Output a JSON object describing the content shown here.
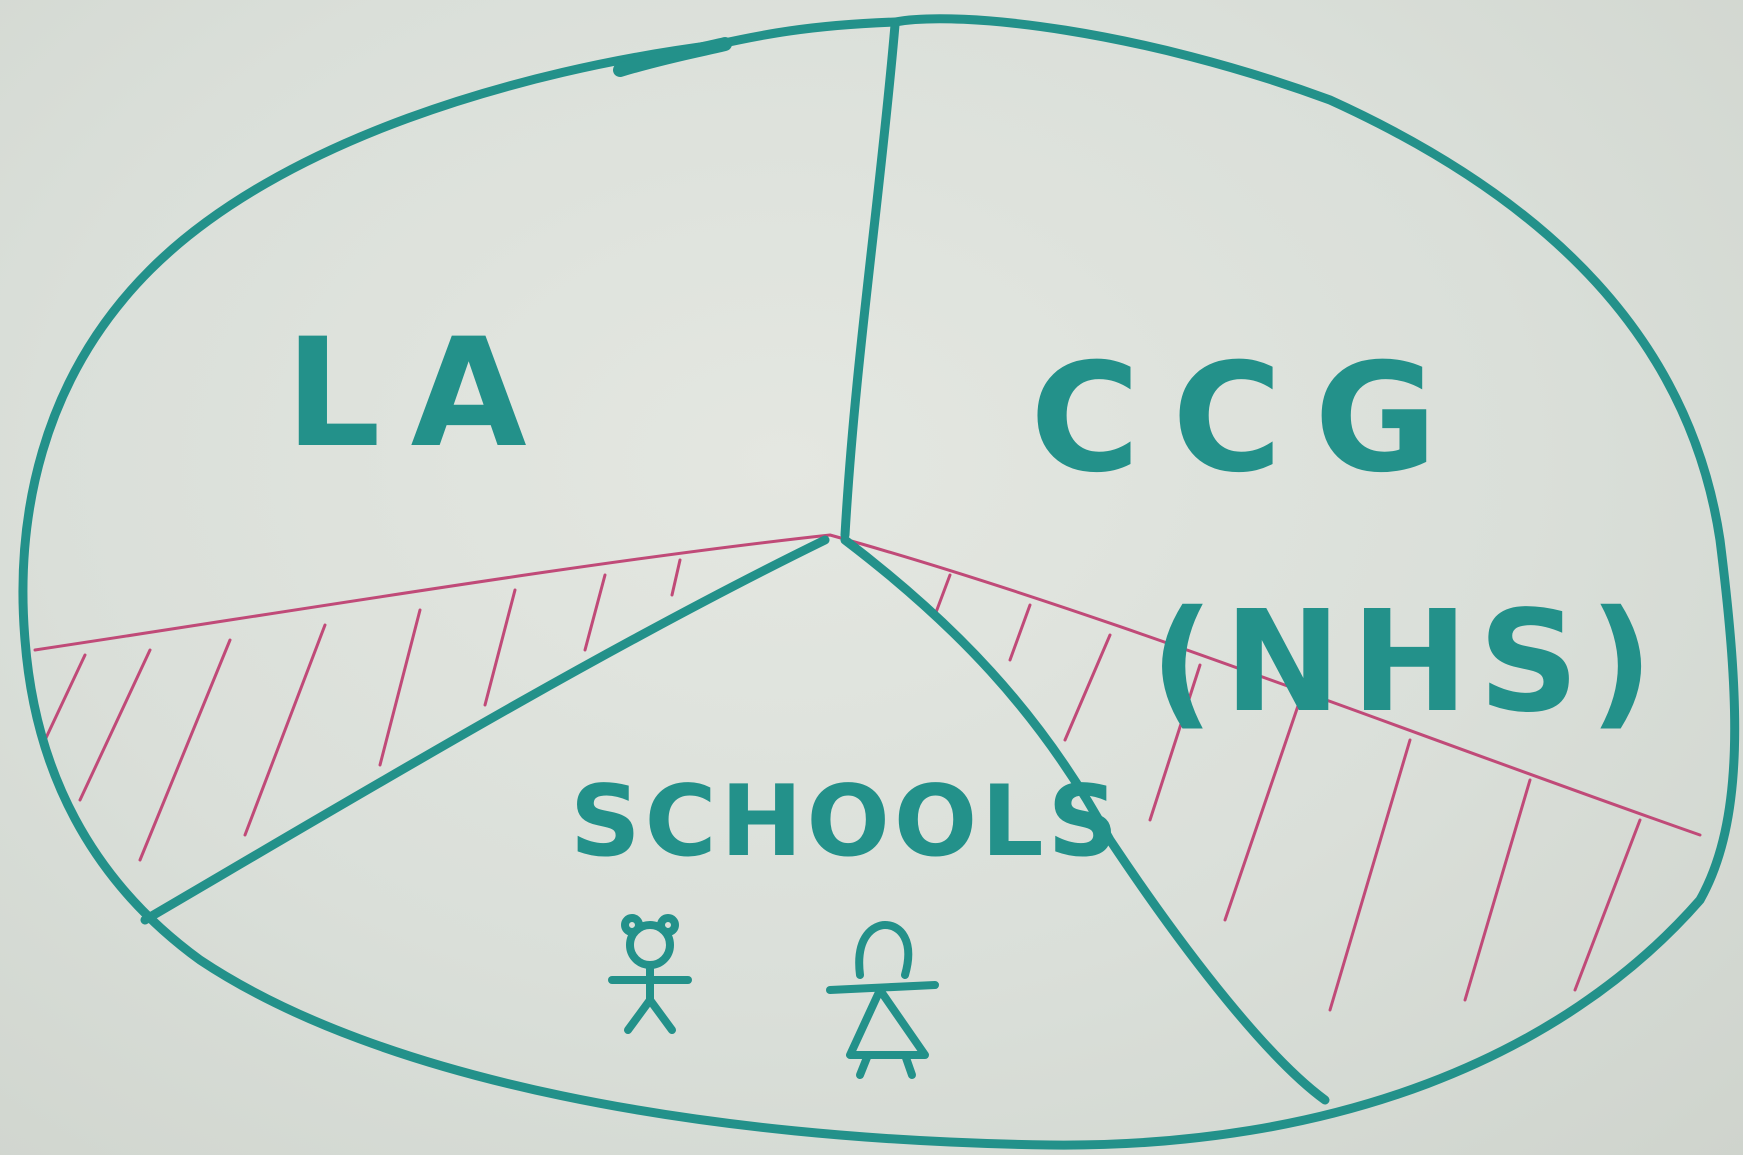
{
  "diagram": {
    "segments": [
      {
        "id": "la",
        "label": "LA"
      },
      {
        "id": "ccg",
        "label": "CCG",
        "sublabel": "(NHS)"
      },
      {
        "id": "schools",
        "label": "SCHOOLS"
      }
    ]
  },
  "colors": {
    "marker_teal": "#23918a",
    "marker_pink": "#c04a78",
    "whiteboard": "#dde1db"
  },
  "icons": [
    "stick-figure-boy-icon",
    "stick-figure-girl-icon"
  ]
}
